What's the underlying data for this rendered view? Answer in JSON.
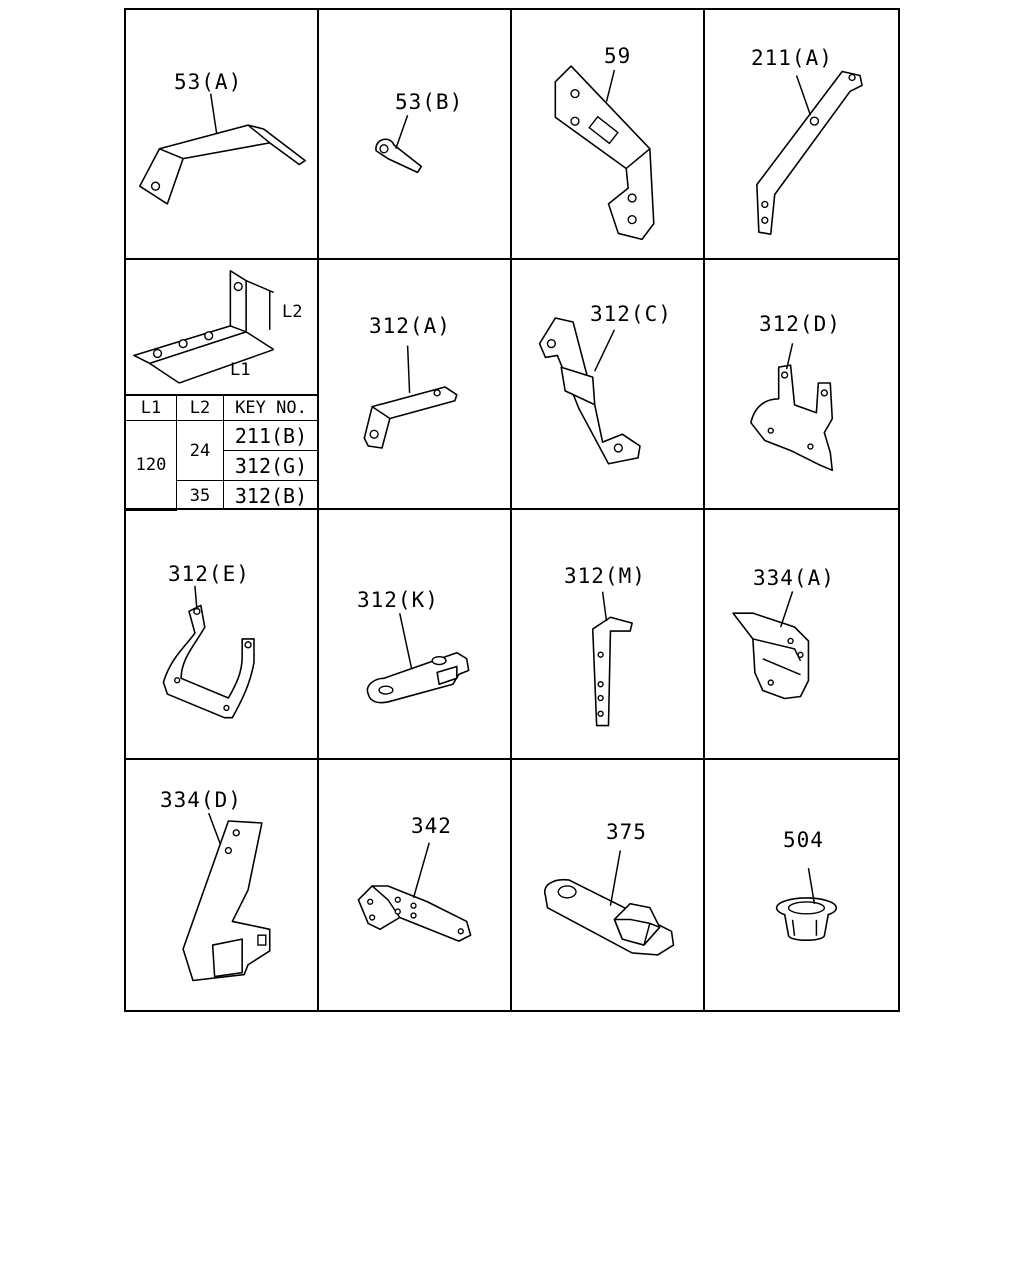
{
  "parts": [
    {
      "key": "53_A",
      "label": "53(A)"
    },
    {
      "key": "53_B",
      "label": "53(B)"
    },
    {
      "key": "59",
      "label": "59"
    },
    {
      "key": "211_A",
      "label": "211(A)"
    },
    {
      "key": "312_A",
      "label": "312(A)"
    },
    {
      "key": "312_C",
      "label": "312(C)"
    },
    {
      "key": "312_D",
      "label": "312(D)"
    },
    {
      "key": "312_E",
      "label": "312(E)"
    },
    {
      "key": "312_K",
      "label": "312(K)"
    },
    {
      "key": "312_M",
      "label": "312(M)"
    },
    {
      "key": "334_A",
      "label": "334(A)"
    },
    {
      "key": "334_D",
      "label": "334(D)"
    },
    {
      "key": "342",
      "label": "342"
    },
    {
      "key": "375",
      "label": "375"
    },
    {
      "key": "504",
      "label": "504"
    }
  ],
  "dimension_drawing": {
    "l1_label": "L1",
    "l2_label": "L2"
  },
  "dimension_table": {
    "headers": [
      "L1",
      "L2",
      "KEY NO."
    ],
    "l1_value": "120",
    "rows": [
      {
        "l2": "24",
        "keys": [
          "211(B)",
          "312(G)"
        ]
      },
      {
        "l2": "35",
        "keys": [
          "312(B)"
        ]
      }
    ]
  }
}
